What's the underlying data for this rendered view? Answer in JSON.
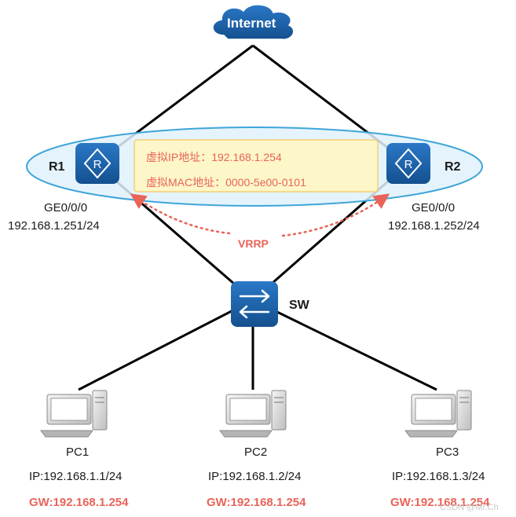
{
  "internet": {
    "label": "Internet"
  },
  "routers": [
    {
      "name": "R1",
      "interface": "GE0/0/0",
      "ip": "192.168.1.251/24"
    },
    {
      "name": "R2",
      "interface": "GE0/0/0",
      "ip": "192.168.1.252/24"
    }
  ],
  "virtual_box": {
    "ip_line": "虚拟IP地址：192.168.1.254",
    "mac_line": "虚拟MAC地址：0000-5e00-0101"
  },
  "protocol": {
    "label": "VRRP"
  },
  "switch": {
    "label": "SW"
  },
  "pcs": [
    {
      "name": "PC1",
      "ip": "IP:192.168.1.1/24",
      "gw": "GW:192.168.1.254"
    },
    {
      "name": "PC2",
      "ip": "IP:192.168.1.2/24",
      "gw": "GW:192.168.1.254"
    },
    {
      "name": "PC3",
      "ip": "IP:192.168.1.3/24",
      "gw": "GW:192.168.1.254"
    }
  ],
  "watermark": "CSDN @Mr.Ch",
  "colors": {
    "device_blue": "#1b5fa8",
    "ellipse_fill": "#dff1fb",
    "ellipse_stroke": "#3fa5d8",
    "note_fill": "#fdf6c8",
    "note_stroke": "#f4cf74",
    "accent_red": "#e8645a"
  }
}
